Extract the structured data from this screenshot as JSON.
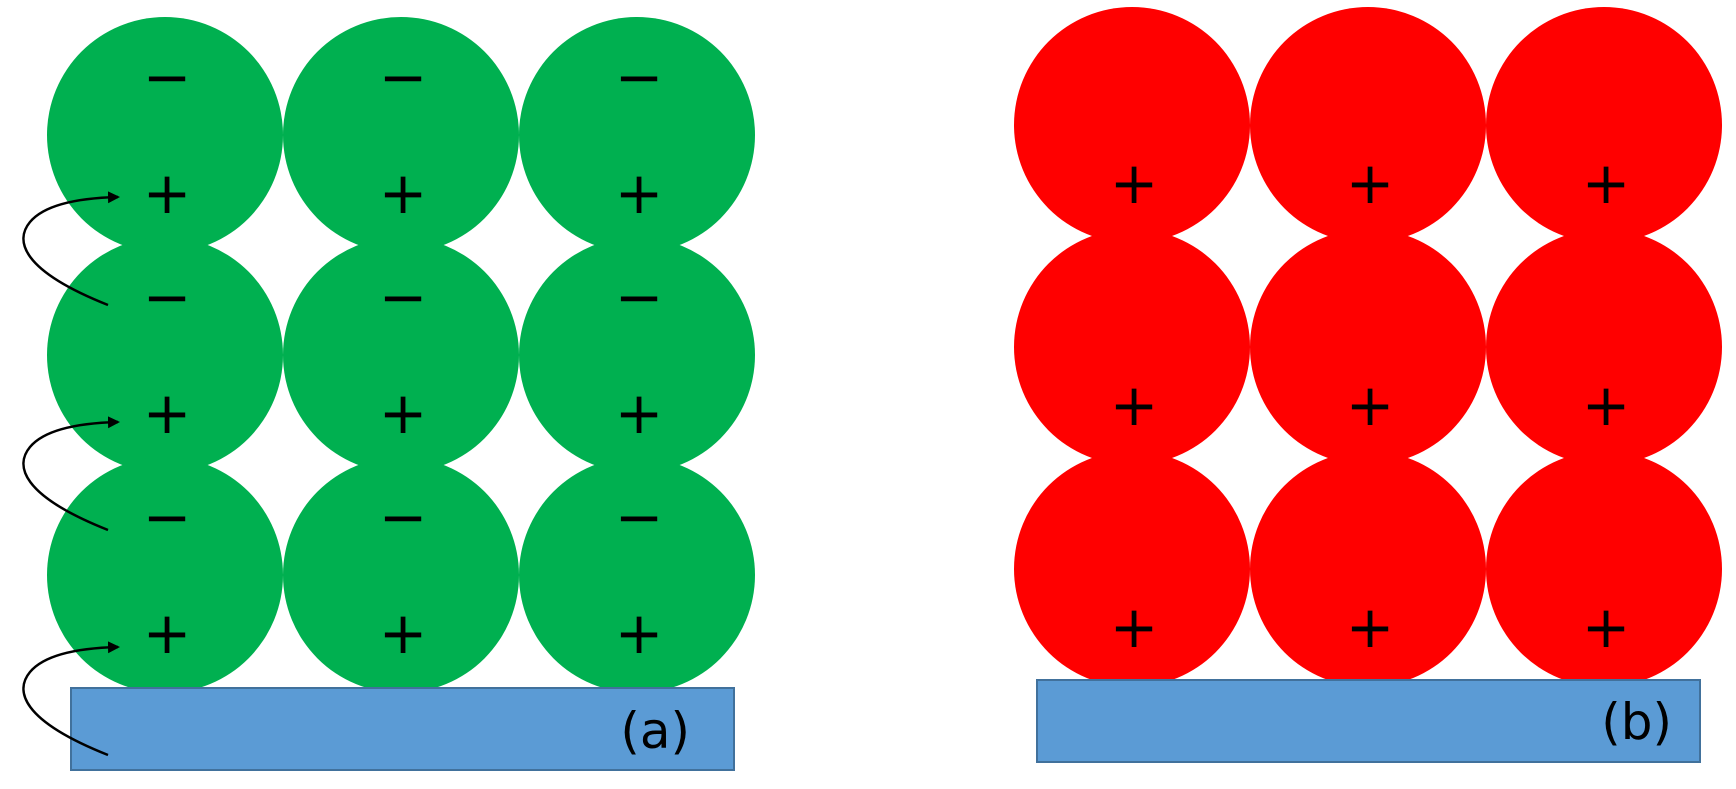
{
  "colors": {
    "particle_a": "#00b050",
    "particle_b": "#ff0000",
    "substrate": "#5b9bd5",
    "symbol": "#000000"
  },
  "symbols": {
    "minus": "−",
    "plus": "+"
  },
  "panels": [
    {
      "id": "a",
      "label": "(a)",
      "particle_color_key": "particle_a",
      "rows": 3,
      "cols": 3,
      "charges": [
        "minus",
        "plus"
      ],
      "arrows": 3
    },
    {
      "id": "b",
      "label": "(b)",
      "particle_color_key": "particle_b",
      "rows": 3,
      "cols": 3,
      "charges": [
        "plus"
      ],
      "arrows": 0
    }
  ]
}
